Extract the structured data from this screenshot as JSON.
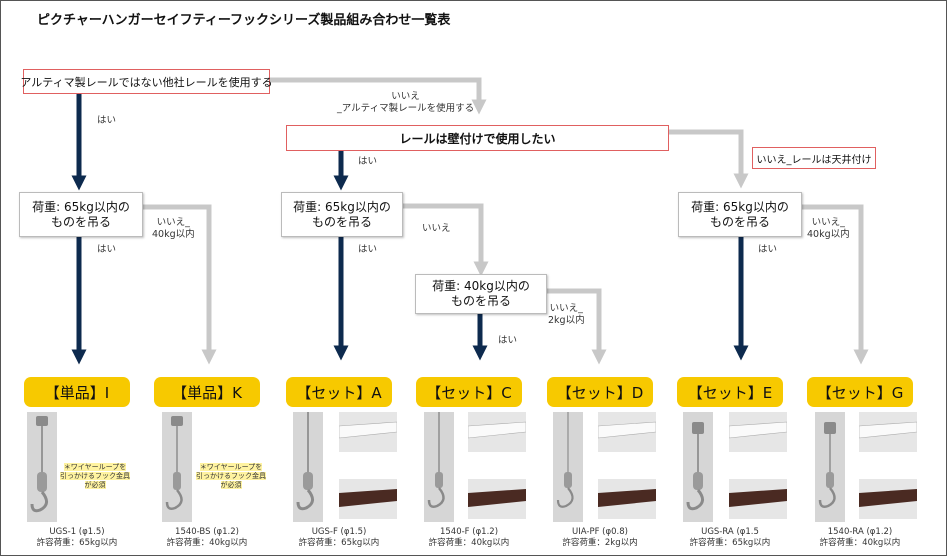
{
  "title": "ピクチャーハンガーセイフティーフックシリーズ製品組み合わせ一覧表",
  "nodes": {
    "q1": "アルティマ製レールではない他社レールを使用する",
    "q2": "レールは壁付けで使用したい",
    "q3": "荷重: 65kg以内の\nものを吊る",
    "q4": "荷重: 65kg以内の\nものを吊る",
    "q5": "荷重: 40kg以内の\nものを吊る",
    "q6": "荷重: 65kg以内の\nものを吊る",
    "ceiling": "いいえ_レールは天井付け"
  },
  "labels": {
    "hai_1": "はい",
    "iie_1": "いいえ\n_アルティマ製レールを使用する",
    "hai_2": "はい",
    "hai_3": "はい",
    "iie_3": "いいえ_\n40kg以内",
    "hai_4": "はい",
    "iie_4": "いいえ",
    "hai_5": "はい",
    "iie_5": "いいえ_\n2kg以内",
    "hai_6": "はい",
    "iie_6": "いいえ_\n40kg以内"
  },
  "products": [
    {
      "badge": "【単品】I",
      "model": "UGS-1 (φ1.5)",
      "load": "許容荷重：65kg以内",
      "note": "＊ワイヤーループを\n引っかけるフック金具\nが必須"
    },
    {
      "badge": "【単品】K",
      "model": "1540-BS (φ1.2)",
      "load": "許容荷重：40kg以内",
      "note": "＊ワイヤーループを\n引っかけるフック金具\nが必須"
    },
    {
      "badge": "【セット】A",
      "model": "UGS-F (φ1.5)",
      "load": "許容荷重：65kg以内"
    },
    {
      "badge": "【セット】C",
      "model": "1540-F (φ1.2)",
      "load": "許容荷重：40kg以内"
    },
    {
      "badge": "【セット】D",
      "model": "UIA-PF (φ0.8)",
      "load": "許容荷重：2kg以内"
    },
    {
      "badge": "【セット】E",
      "model": "UGS-RA (φ1.5",
      "load": "許容荷重：65kg以内"
    },
    {
      "badge": "【セット】G",
      "model": "1540-RA (φ1.2)",
      "load": "許容荷重：40kg以内"
    }
  ],
  "colors": {
    "yes_arrow": "#0d2a4e",
    "no_arrow": "#c8c8c8",
    "badge": "#f7c900",
    "highlight_border": "#e06060"
  }
}
